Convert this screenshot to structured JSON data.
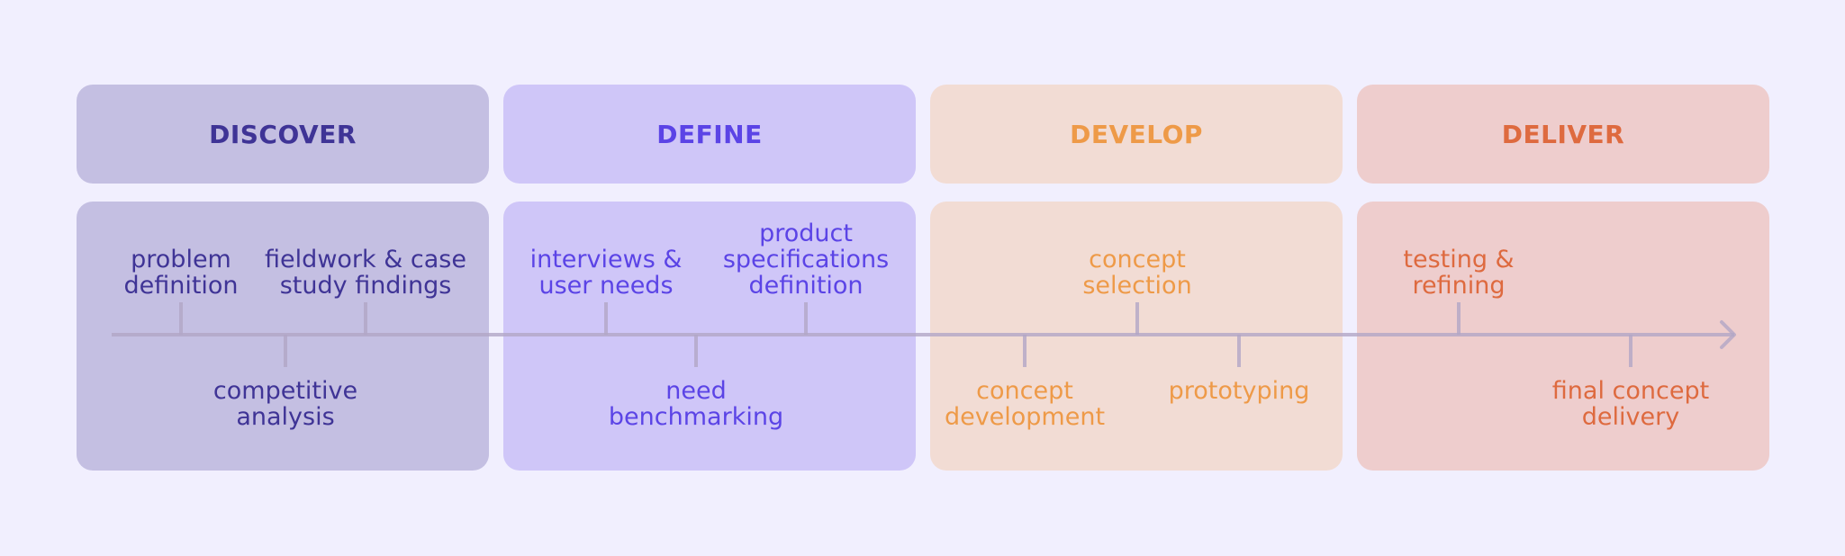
{
  "phases": [
    {
      "title": "DISCOVER",
      "text_color": "#3f3496",
      "header_bg": "#c4bfe2",
      "body_bg": "#c4bfe2",
      "steps": [
        {
          "label": "problem\ndefinition",
          "position": "above"
        },
        {
          "label": "competitive\nanalysis",
          "position": "below"
        },
        {
          "label": "fieldwork & case\nstudy findings",
          "position": "above"
        }
      ]
    },
    {
      "title": "DEFINE",
      "text_color": "#5b44e6",
      "header_bg": "#cfc6f8",
      "body_bg": "#cfc6f8",
      "steps": [
        {
          "label": "interviews &\nuser needs",
          "position": "above"
        },
        {
          "label": "need\nbenchmarking",
          "position": "below"
        },
        {
          "label": "product\nspecifications\ndefinition",
          "position": "above"
        }
      ]
    },
    {
      "title": "DEVELOP",
      "text_color": "#ee9a48",
      "header_bg": "#f2dcd4",
      "body_bg": "#f2dcd4",
      "steps": [
        {
          "label": "concept\ndevelopment",
          "position": "below"
        },
        {
          "label": "concept\nselection",
          "position": "above"
        },
        {
          "label": "prototyping",
          "position": "below"
        }
      ]
    },
    {
      "title": "DELIVER",
      "text_color": "#de6a3f",
      "header_bg": "#eecdcd",
      "body_bg": "#eecdcd",
      "steps": [
        {
          "label": "testing &\nrefining",
          "position": "above"
        },
        {
          "label": "final concept\ndelivery",
          "position": "below"
        }
      ]
    }
  ],
  "timeline_color": "#b1a6c6",
  "background": "#f1effe"
}
